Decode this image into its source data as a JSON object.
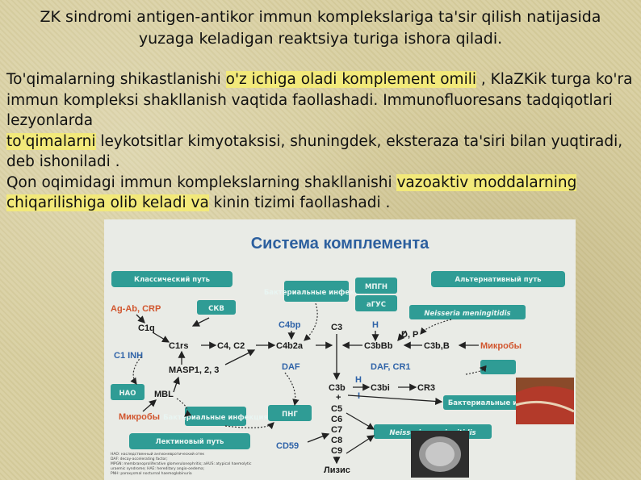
{
  "slide": {
    "title": "ZK sindromi antigen-antikor immun komplekslariga ta'sir qilish natijasida yuzaga keladigan reaktsiya turiga ishora qiladi.",
    "paragraph1": {
      "part1": "To'qimalarning shikastlanishi ",
      "highlight1": "o'z ichiga oladi komplement omili",
      "part2": " , KlaZKik turga ko'ra immun kompleksi shakllanish vaqtida faollashadi. Immunofluoresans tadqiqotlari lezyonlarda"
    },
    "paragraph2": {
      "highlight1": "to'qimalarni",
      "part1": " leykotsitlar kimyotaksisi, shuningdek, eksteraza ta'siri bilan yuqtiradi, deb ishoniladi ."
    },
    "paragraph3": {
      "part1": "Qon oqimidagi immun komplekslarning shakllanishi ",
      "highlight1": "vazoaktiv moddalarning chiqarilishiga olib keladi va",
      "part2": " kinin tizimi faollashadi ."
    }
  },
  "figure": {
    "title": "Система комплемента",
    "boxes": {
      "classical": "Классический путь",
      "bacterial_top": "Бактериальные инфекции",
      "mpgn": "МПГН",
      "agus": "аГУС",
      "alternative": "Альтернативный путь",
      "skv": "СКВ",
      "neisseria_top": "Neisseria meningitidis",
      "hao": "НАО",
      "png": "ПНГ",
      "bacterial_right": "Бактериальные инфекции",
      "bacterial_left": "Бактериальные инфекция",
      "neisseria_bottom": "Neisseria meningitidis",
      "lectin": "Лектиновый путь"
    },
    "labels": {
      "ag_ab": "Ag-Ab, CRP",
      "c1q": "C1q",
      "c1rs": "C1rs",
      "c4c2": "C4, C2",
      "c4bp": "C4bp",
      "c4b2a": "C4b2a",
      "c3": "C3",
      "h_top": "H",
      "dp": "D, P",
      "c3bbb": "C3bBb",
      "c3bb": "C3b,B",
      "microbes_right": "Микробы",
      "c1inh": "C1 INH",
      "masp": "MASP1, 2, 3",
      "daf": "DAF",
      "daf_cr1": "DAF, CR1",
      "h_mid": "H",
      "c3b": "C3b",
      "plus": "+",
      "c3bi": "C3bi",
      "cr3": "CR3",
      "i_label": "I",
      "mbl": "MBL",
      "microbes_left": "Микробы",
      "c5": "C5",
      "c6": "C6",
      "c7": "C7",
      "c8": "C8",
      "c9": "C9",
      "cd59": "CD59",
      "lysis": "Лизис"
    },
    "notes": {
      "n1": "HAO: наследственный ангионевротический отек",
      "n2": "DAF: decay-accelerating factor;",
      "n3": "MPGN: membranoproliferative glomerulonephritis; aHUS: atypical haemolytic",
      "n4": "uraemic syndrome; HAE: hereditary angio-oedema;",
      "n5": "PNH: paroxysmal nocturnal haemoglobinuria"
    },
    "colors": {
      "box": "#2f9c95",
      "red_label": "#d1562f",
      "blue_label": "#2f63a8"
    }
  }
}
